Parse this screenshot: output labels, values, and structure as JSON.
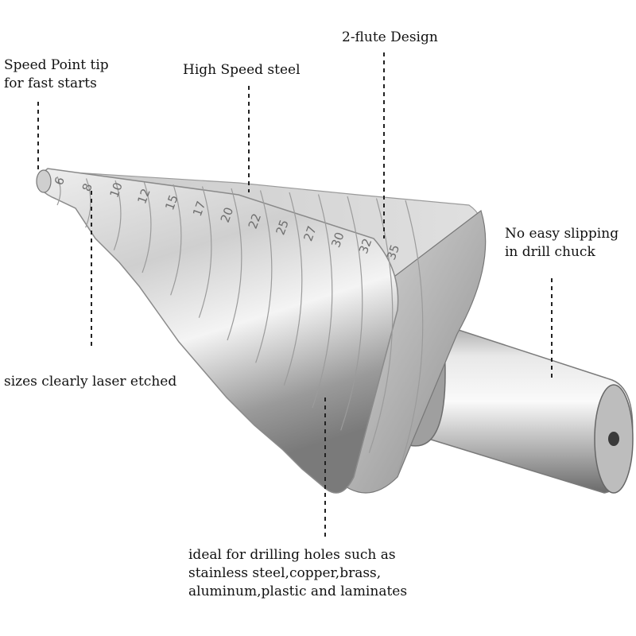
{
  "callouts": {
    "tip": {
      "line1": "Speed Point tip",
      "line2": "for fast starts"
    },
    "steel": {
      "text": "High Speed steel"
    },
    "flute": {
      "text": "2-flute Design"
    },
    "chuck": {
      "line1": "No easy slipping",
      "line2": "in drill chuck"
    },
    "etched": {
      "text": "sizes clearly laser etched"
    },
    "ideal": {
      "line1": "ideal for drilling holes such as",
      "line2": "stainless steel,copper,brass,",
      "line3": "aluminum,plastic and laminates"
    }
  },
  "step_sizes": [
    "6",
    "8",
    "10",
    "12",
    "15",
    "17",
    "20",
    "22",
    "25",
    "27",
    "30",
    "32",
    "35"
  ],
  "colors": {
    "text": "#111111",
    "leader_line": "#222222",
    "steel_light": "#f2f2f2",
    "steel_mid": "#b9b9b9",
    "steel_dark": "#6e6e6e",
    "etch": "#6f6f6f"
  }
}
